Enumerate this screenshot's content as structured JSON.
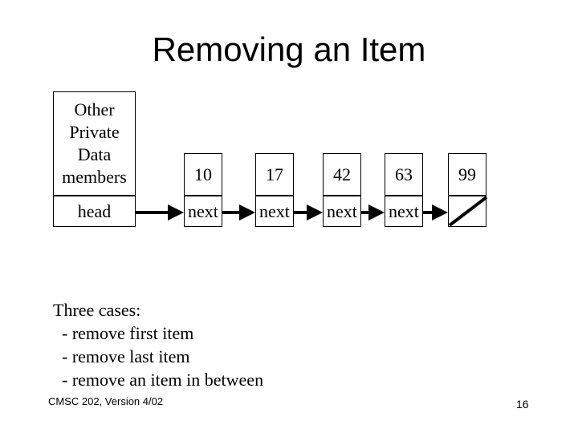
{
  "title": "Removing an Item",
  "list_object": {
    "other_members_label": "Other Private Data members",
    "head_label": "head"
  },
  "nodes": [
    {
      "value": "10",
      "next_label": "next"
    },
    {
      "value": "17",
      "next_label": "next"
    },
    {
      "value": "42",
      "next_label": "next"
    },
    {
      "value": "63",
      "next_label": "next"
    },
    {
      "value": "99",
      "next_label": ""
    }
  ],
  "cases_text": "Three cases:\n  - remove first item\n  - remove last item\n  - remove an item in between",
  "footer": {
    "course": "CMSC 202, Version 4/02",
    "page_number": "16"
  }
}
